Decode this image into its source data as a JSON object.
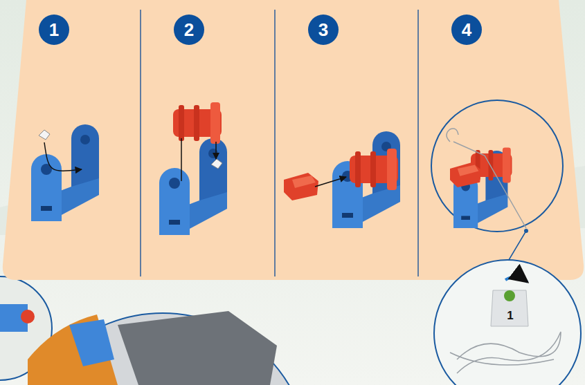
{
  "diagram": {
    "nodes": [
      {
        "text": [
          "1"
        ]
      },
      {
        "text": [
          "2"
        ]
      },
      {
        "text": [
          "3"
        ]
      },
      {
        "text": [
          "4"
        ]
      }
    ],
    "labels": [
      "1"
    ]
  }
}
